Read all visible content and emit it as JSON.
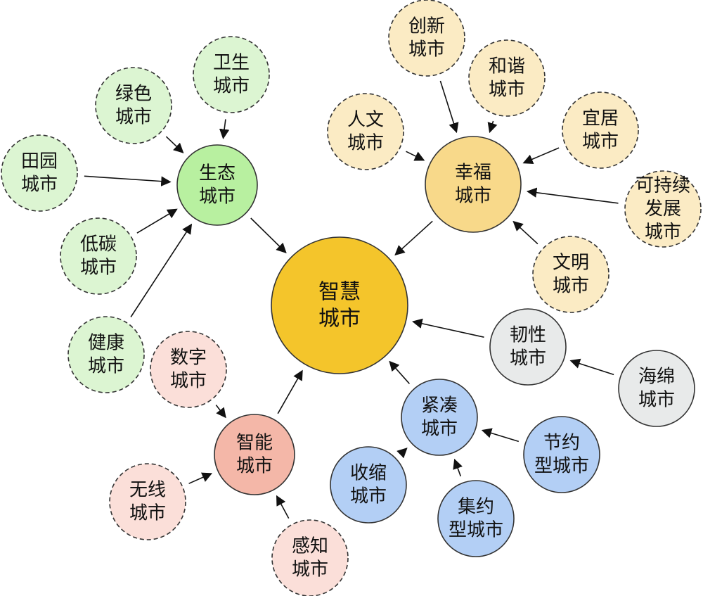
{
  "colors": {
    "center": "#f4c52b",
    "green_main": "#b8f0a0",
    "green_leaf": "#dcf5d2",
    "yellow_main": "#f8d98a",
    "yellow_leaf": "#fbebc4",
    "red_main": "#f4b7a8",
    "red_leaf": "#fbdfd9",
    "blue": "#b3cff5",
    "gray": "#e8eaea"
  },
  "nodes": {
    "center": {
      "lines": [
        "智慧",
        "城市"
      ]
    },
    "eco": {
      "lines": [
        "生态",
        "城市"
      ]
    },
    "happy": {
      "lines": [
        "幸福",
        "城市"
      ]
    },
    "smart": {
      "lines": [
        "智能",
        "城市"
      ]
    },
    "compact": {
      "lines": [
        "紧凑",
        "城市"
      ]
    },
    "resilient": {
      "lines": [
        "韧性",
        "城市"
      ]
    },
    "sanitary": {
      "lines": [
        "卫生",
        "城市"
      ]
    },
    "green": {
      "lines": [
        "绿色",
        "城市"
      ]
    },
    "garden": {
      "lines": [
        "田园",
        "城市"
      ]
    },
    "lowcarbon": {
      "lines": [
        "低碳",
        "城市"
      ]
    },
    "healthy": {
      "lines": [
        "健康",
        "城市"
      ]
    },
    "innovative": {
      "lines": [
        "创新",
        "城市"
      ]
    },
    "harmonious": {
      "lines": [
        "和谐",
        "城市"
      ]
    },
    "humanistic": {
      "lines": [
        "人文",
        "城市"
      ]
    },
    "livable": {
      "lines": [
        "宜居",
        "城市"
      ]
    },
    "sustainable": {
      "lines": [
        "可持续",
        "发展",
        "城市"
      ]
    },
    "civilized": {
      "lines": [
        "文明",
        "城市"
      ]
    },
    "digital": {
      "lines": [
        "数字",
        "城市"
      ]
    },
    "wireless": {
      "lines": [
        "无线",
        "城市"
      ]
    },
    "sensing": {
      "lines": [
        "感知",
        "城市"
      ]
    },
    "shrinking": {
      "lines": [
        "收缩",
        "城市"
      ]
    },
    "intensive": {
      "lines": [
        "集约",
        "型城市"
      ]
    },
    "saving": {
      "lines": [
        "节约",
        "型城市"
      ]
    },
    "sponge": {
      "lines": [
        "海绵",
        "城市"
      ]
    }
  }
}
